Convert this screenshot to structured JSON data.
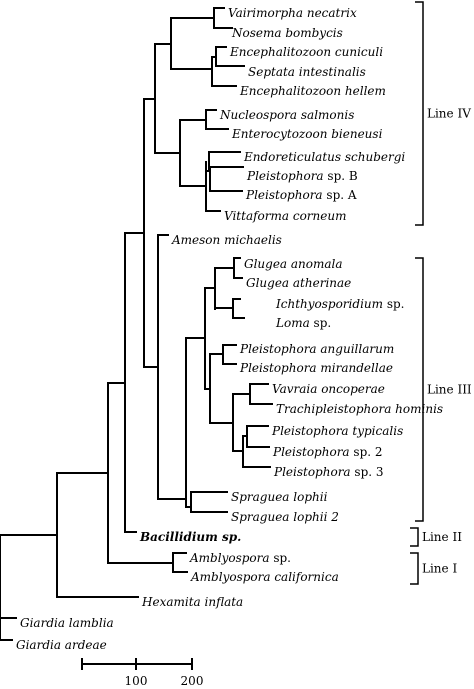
{
  "taxa": [
    {
      "id": "vairimorpha",
      "text": "Vairimorpha necatrix",
      "italic_only": true
    },
    {
      "id": "nosema",
      "text": "Nosema bombycis"
    },
    {
      "id": "enc_cuniculi",
      "text": "Encephalitozoon cuniculi"
    },
    {
      "id": "septata",
      "text": "Septata intestinalis"
    },
    {
      "id": "enc_hellem",
      "text": "Encephalitozoon hellem"
    },
    {
      "id": "nucleospora",
      "text": "Nucleospora salmonis"
    },
    {
      "id": "enterocyto",
      "text": "Enterocytozoon bieneusi"
    },
    {
      "id": "endoreticulatus",
      "text": "Endoreticulatus schubergi"
    },
    {
      "id": "pleist_b",
      "text": "Pleistophora",
      "suffix": " sp. B"
    },
    {
      "id": "pleist_a",
      "text": "Pleistophora",
      "suffix": " sp. A"
    },
    {
      "id": "vittaforma",
      "text": "Vittaforma corneum"
    },
    {
      "id": "ameson",
      "text": "Ameson michaelis"
    },
    {
      "id": "glugea_an",
      "text": "Glugea anomala"
    },
    {
      "id": "glugea_at",
      "text": "Glugea atherinae"
    },
    {
      "id": "ichthyo",
      "text": "Ichthyosporidium",
      "suffix": " sp."
    },
    {
      "id": "loma",
      "text": "Loma",
      "suffix": " sp."
    },
    {
      "id": "pleist_ang",
      "text": "Pleistophora anguillarum"
    },
    {
      "id": "pleist_mir",
      "text": "Pleistophora mirandellae"
    },
    {
      "id": "vavraia",
      "text": "Vavraia oncoperae"
    },
    {
      "id": "trachi",
      "text": "Trachipleistophora hominis"
    },
    {
      "id": "pleist_typ",
      "text": "Pleistophora typicalis"
    },
    {
      "id": "pleist_2",
      "text": "Pleistophora",
      "suffix": " sp. 2"
    },
    {
      "id": "pleist_3",
      "text": "Pleistophora",
      "suffix": " sp. 3"
    },
    {
      "id": "spraguea",
      "text": "Spraguea lophii"
    },
    {
      "id": "spraguea2",
      "text": "Spraguea lophii 2"
    },
    {
      "id": "bacillidium",
      "text": "Bacillidium sp.",
      "bold": true
    },
    {
      "id": "amblyo",
      "text": "Amblyospora",
      "suffix": " sp."
    },
    {
      "id": "amblyo_cal",
      "text": "Amblyospora californica"
    },
    {
      "id": "hexamita",
      "text": "Hexamita inflata"
    },
    {
      "id": "giardia_l",
      "text": "Giardia lamblia"
    },
    {
      "id": "giardia_a",
      "text": "Giardia ardeae"
    }
  ],
  "lines": [
    {
      "id": "line4",
      "label": "Line IV"
    },
    {
      "id": "line3",
      "label": "Line III"
    },
    {
      "id": "line2",
      "label": "Line II"
    },
    {
      "id": "line1",
      "label": "Line I"
    }
  ],
  "scale": {
    "ticks": [
      "100",
      "200"
    ]
  }
}
